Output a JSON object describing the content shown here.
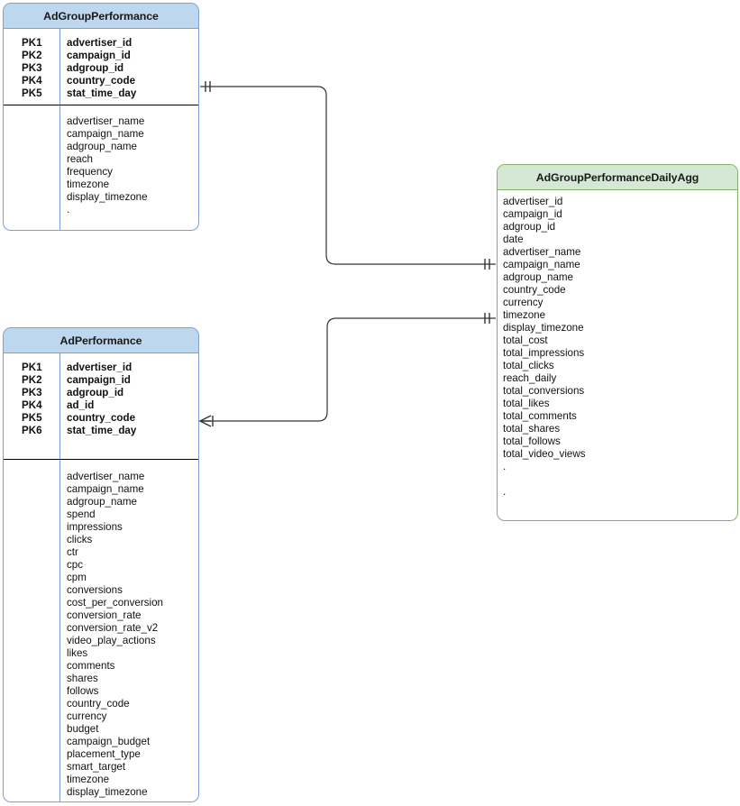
{
  "diagram": {
    "type": "entity-relationship-diagram",
    "background": "#ffffff",
    "palette": {
      "blue_header_fill": "#bdd7ee",
      "blue_border": "#7f9fd1",
      "green_header_fill": "#d5e8d4",
      "green_border": "#82b366",
      "line": "#333333",
      "text": "#111111"
    }
  },
  "entities": {
    "adgroup_performance": {
      "title": "AdGroupPerformance",
      "key_labels": [
        "PK1",
        "PK2",
        "PK3",
        "PK4",
        "PK5"
      ],
      "key_fields": [
        "advertiser_id",
        "campaign_id",
        "adgroup_id",
        "country_code",
        "stat_time_day"
      ],
      "attributes": [
        "advertiser_name",
        "campaign_name",
        "adgroup_name",
        "reach",
        "frequency",
        "timezone",
        "display_timezone",
        ".",
        "."
      ]
    },
    "ad_performance": {
      "title": "AdPerformance",
      "key_labels": [
        "PK1",
        "PK2",
        "PK3",
        "PK4",
        "PK5",
        "PK6"
      ],
      "key_fields": [
        "advertiser_id",
        "campaign_id",
        "adgroup_id",
        "ad_id",
        "country_code",
        "stat_time_day"
      ],
      "attributes": [
        "advertiser_name",
        "campaign_name",
        "adgroup_name",
        "spend",
        "impressions",
        "clicks",
        "ctr",
        "cpc",
        "cpm",
        "conversions",
        "cost_per_conversion",
        "conversion_rate",
        "conversion_rate_v2",
        "video_play_actions",
        "likes",
        "comments",
        "shares",
        "follows",
        "country_code",
        "currency",
        "budget",
        "campaign_budget",
        "placement_type",
        "smart_target",
        "timezone",
        "display_timezone",
        ".",
        "."
      ]
    },
    "adgroup_performance_daily_agg": {
      "title": "AdGroupPerformanceDailyAgg",
      "attributes": [
        "advertiser_id",
        "campaign_id",
        "adgroup_id",
        "date",
        "advertiser_name",
        "campaign_name",
        "adgroup_name",
        "country_code",
        "currency",
        "timezone",
        "display_timezone",
        "total_cost",
        "total_impressions",
        "total_clicks",
        "reach_daily",
        "total_conversions",
        "total_likes",
        "total_comments",
        "total_shares",
        "total_follows",
        "total_video_views",
        ".",
        "."
      ]
    }
  },
  "relationships": [
    {
      "id": "adgroup-to-dailyagg",
      "from": "adgroup_performance",
      "to": "adgroup_performance_daily_agg",
      "from_cardinality": "one-and-only-one",
      "to_cardinality": "one-and-only-one"
    },
    {
      "id": "adperformance-to-dailyagg",
      "from": "ad_performance",
      "to": "adgroup_performance_daily_agg",
      "from_cardinality": "one-or-many",
      "to_cardinality": "one-and-only-one"
    }
  ]
}
